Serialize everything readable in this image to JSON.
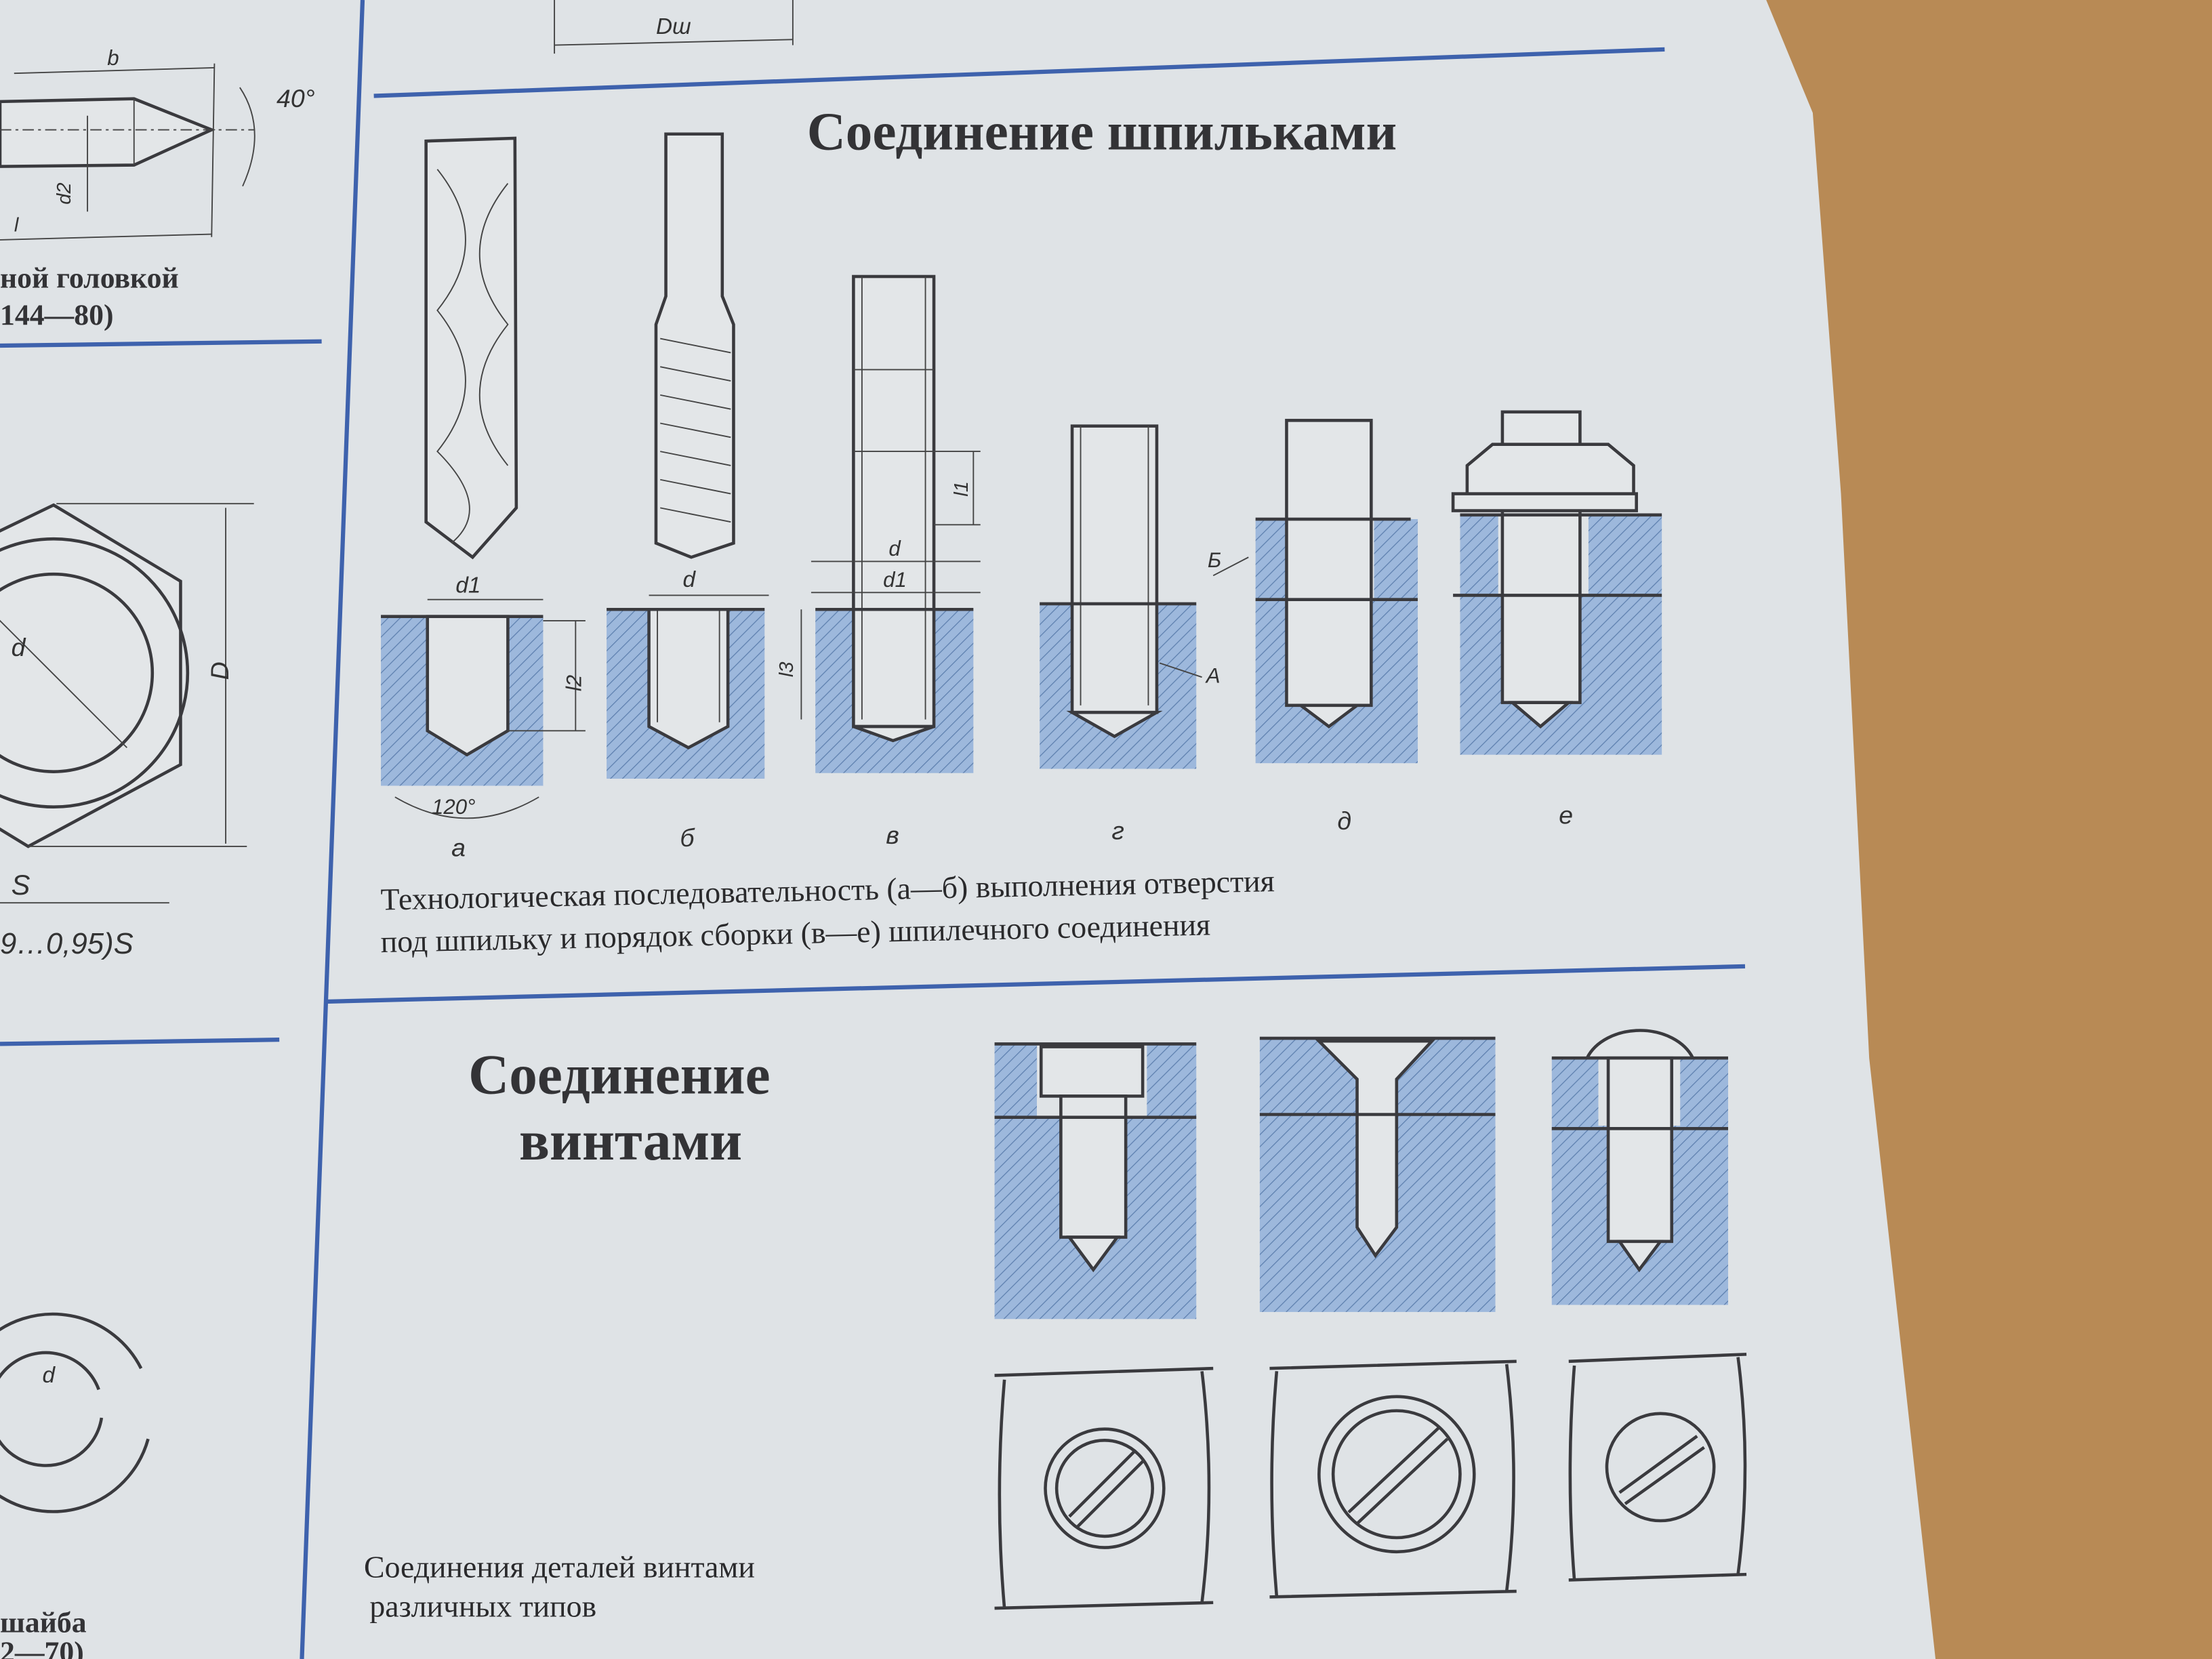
{
  "colors": {
    "page": "#dfe3e6",
    "wood": "#b88a55",
    "accent_line": "#3e62ad",
    "hatch": "#9db8dc"
  },
  "left_column": {
    "top_drawing": {
      "dim_b": "b",
      "angle": "40°",
      "dim_d2": "d2",
      "dim_l": "l",
      "caption_line1": "ной головкой",
      "caption_line2": "144—80)"
    },
    "nut_drawing": {
      "dim_d": "d",
      "dim_D": "D",
      "dim_S": "S",
      "caption": "9…0,95)S"
    },
    "washer_drawing": {
      "dim_d": "d",
      "caption_line1": "шайба",
      "caption_line2": "2—70)"
    }
  },
  "top_fragment": {
    "dim_Dsh": "Dш"
  },
  "stud_section": {
    "title": "Соединение шпильками",
    "labels": {
      "d1_a": "d1",
      "l2": "l2",
      "angle_120": "120°",
      "d_b": "d",
      "l3": "l3",
      "d_v": "d",
      "d1_v": "d1",
      "l1": "l1",
      "B": "Б",
      "A": "А"
    },
    "figures": [
      "а",
      "б",
      "в",
      "г",
      "д",
      "е"
    ],
    "caption_line1": "Технологическая последовательность (а—б) выполнения отверстия",
    "caption_line2": "под шпильку и порядок сборки (в—е) шпилечного соединения"
  },
  "screw_section": {
    "title_line1": "Соединение",
    "title_line2": "винтами",
    "caption_line1": "Соединения деталей винтами",
    "caption_line2": "различных типов"
  }
}
